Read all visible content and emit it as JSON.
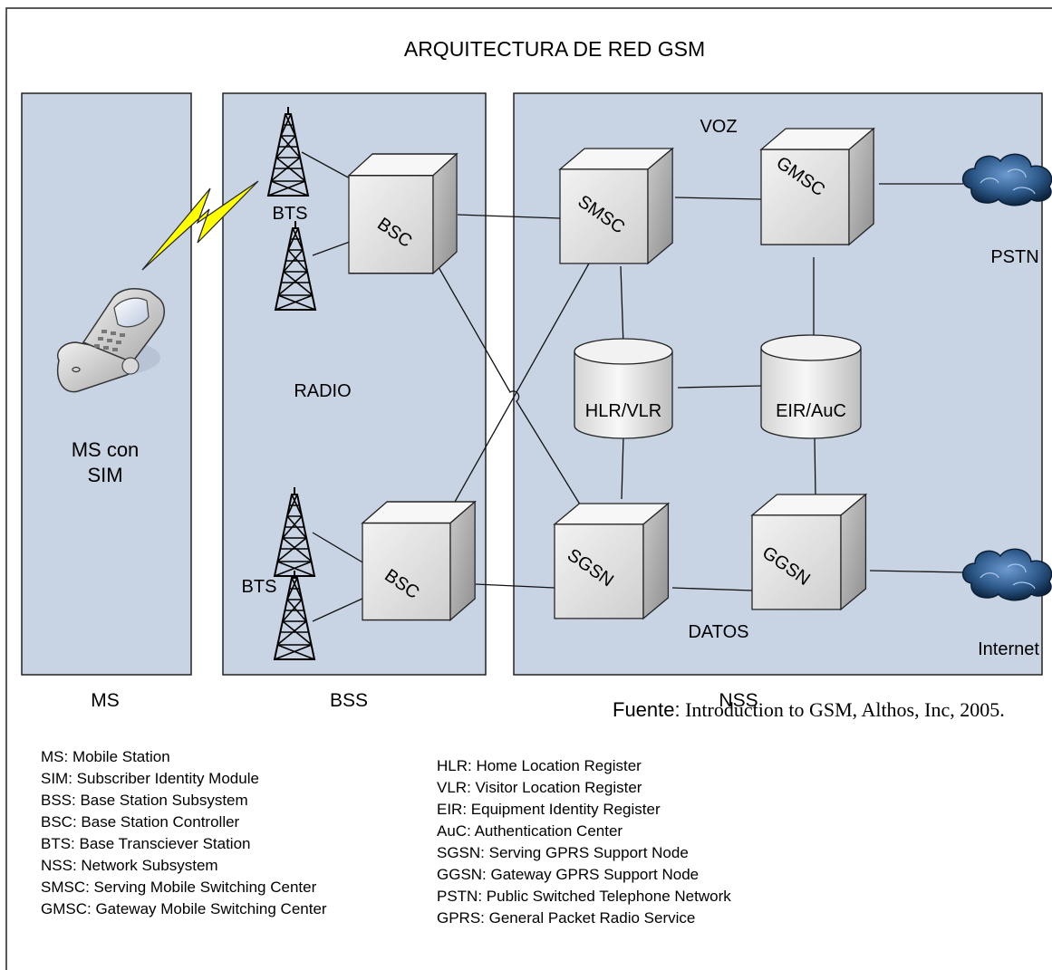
{
  "title": "ARQUITECTURA DE RED GSM",
  "zones": {
    "ms": {
      "label": "MS",
      "inner_label_line1": "MS con",
      "inner_label_line2": "SIM"
    },
    "bss": {
      "label": "BSS",
      "inner_label": "RADIO"
    },
    "nss": {
      "label": "NSS",
      "voice_label": "VOZ",
      "data_label": "DATOS"
    }
  },
  "nodes": {
    "bts_top": "BTS",
    "bts_bottom": "BTS",
    "bsc_top": "BSC",
    "bsc_bottom": "BSC",
    "smsc": "SMSC",
    "gmsc": "GMSC",
    "sgsn": "SGSN",
    "ggsn": "GGSN",
    "hlr_vlr": "HLR/VLR",
    "eir_auc": "EIR/AuC"
  },
  "external": {
    "pstn": "PSTN",
    "internet": "Internet"
  },
  "source": {
    "label": "Fuente:",
    "text": "Introduction to GSM, Althos, Inc, 2005."
  },
  "legend_left": [
    "MS: Mobile Station",
    "SIM: Subscriber Identity Module",
    "BSS: Base Station Subsystem",
    "BSC: Base Station Controller",
    "BTS: Base Transciever Station",
    "NSS: Network Subsystem",
    "SMSC: Serving Mobile Switching Center",
    "GMSC: Gateway Mobile Switching Center"
  ],
  "legend_right": [
    "HLR: Home Location Register",
    "VLR: Visitor Location Register",
    "EIR: Equipment Identity Register",
    "AuC: Authentication Center",
    "SGSN: Serving GPRS Support Node",
    "GGSN: Gateway GPRS Support Node",
    "PSTN: Public Switched Telephone Network",
    "GPRS: General Packet Radio Service"
  ],
  "colors": {
    "zone_fill": "#c8d3e3",
    "border": "#222222",
    "box_front": "#e4e4e4",
    "box_top": "#f7f7f7",
    "box_side": "#b4b4b4",
    "lightning": "#ffff00",
    "cloud": "#2f5b8c"
  }
}
